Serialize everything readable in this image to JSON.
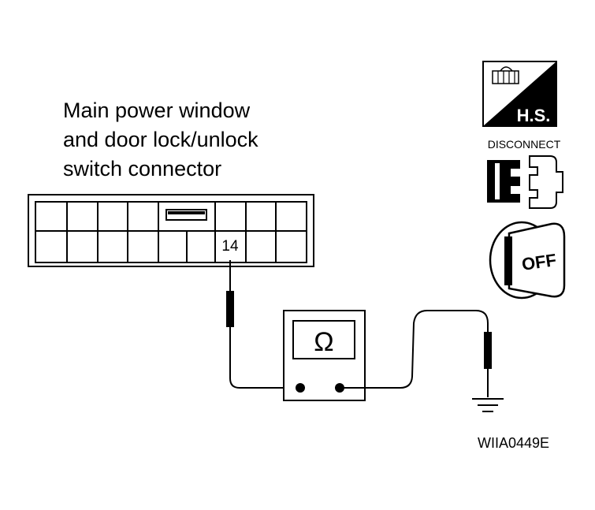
{
  "caption": {
    "line1": "Main power window",
    "line2": "and door lock/unlock",
    "line3": "switch connector"
  },
  "connector": {
    "terminal_label": "14"
  },
  "meter": {
    "symbol": "Ω"
  },
  "icons": {
    "hs_label": "H.S.",
    "disconnect_label": "DISCONNECT",
    "ignition_label": "OFF"
  },
  "figure_id": "WIIA0449E"
}
